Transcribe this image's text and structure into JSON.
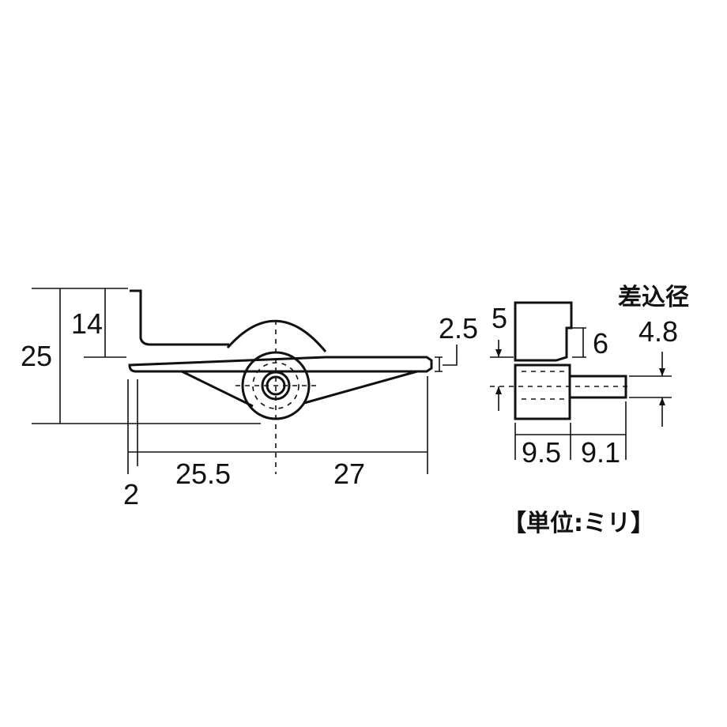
{
  "dimensions": {
    "overall_height": "25",
    "upper_height": "14",
    "left_thickness": "2",
    "left_length": "25.5",
    "right_length": "27",
    "tip_thickness": "2.5",
    "side_top": "5",
    "side_step": "6",
    "side_width": "9.5",
    "pin_length": "9.1",
    "pin_diameter": "4.8"
  },
  "labels": {
    "insert_diameter": "差込径",
    "unit_note": "【単位:ミリ】"
  }
}
